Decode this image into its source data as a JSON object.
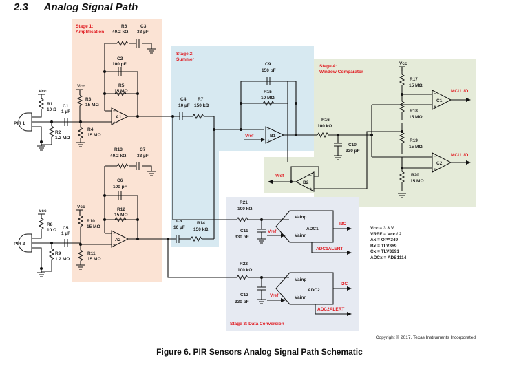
{
  "section": {
    "number": "2.3",
    "title": "Analog Signal Path"
  },
  "stages": {
    "stage1": "Stage 1:\nAmplification",
    "stage1_line1": "Stage 1:",
    "stage1_line2": "Amplification",
    "stage2_line1": "Stage 2:",
    "stage2_line2": "Summer",
    "stage3": "Stage 3: Data Conversion",
    "stage4_line1": "Stage 4:",
    "stage4_line2": "Window Comparator"
  },
  "colors": {
    "stage1_bg": "#fbe3d4",
    "stage2_bg": "#d7e9f1",
    "stage3_bg": "#e6eaf2",
    "stage4_bg": "#e5ebd9",
    "accent_red": "#e0191f"
  },
  "components": {
    "R1": [
      "R1",
      "10 Ω"
    ],
    "C1": [
      "C1",
      "1 µF"
    ],
    "R2": [
      "R2",
      "1.2 MΩ"
    ],
    "R3": [
      "R3",
      "15 MΩ"
    ],
    "R4": [
      "R4",
      "15 MΩ"
    ],
    "R5": [
      "R5",
      "15 MΩ"
    ],
    "R6": [
      "R6",
      "40.2 kΩ"
    ],
    "C3": [
      "C3",
      "33 µF"
    ],
    "C2": [
      "C2",
      "100 pF"
    ],
    "A1": "A1",
    "R8": [
      "R8",
      "10 Ω"
    ],
    "C5": [
      "C5",
      "1 µF"
    ],
    "R9": [
      "R9",
      "1.2 MΩ"
    ],
    "R10": [
      "R10",
      "15 MΩ"
    ],
    "R11": [
      "R11",
      "15 MΩ"
    ],
    "R12": [
      "R12",
      "15 MΩ"
    ],
    "R13": [
      "R13",
      "40.2 kΩ"
    ],
    "C7": [
      "C7",
      "33 µF"
    ],
    "C6": [
      "C6",
      "100 pF"
    ],
    "A2": "A2",
    "C4": [
      "C4",
      "10 µF"
    ],
    "R7": [
      "R7",
      "150 kΩ"
    ],
    "C8": [
      "C8",
      "10 µF"
    ],
    "R14": [
      "R14",
      "150 kΩ"
    ],
    "C9": [
      "C9",
      "150 pF"
    ],
    "R15": [
      "R15",
      "10 MΩ"
    ],
    "B1": "B1",
    "B2": "B2",
    "R16": [
      "R16",
      "100 kΩ"
    ],
    "C10": [
      "C10",
      "330 pF"
    ],
    "R17": [
      "R17",
      "15 MΩ"
    ],
    "R18": [
      "R18",
      "15 MΩ"
    ],
    "R19": [
      "R19",
      "15 MΩ"
    ],
    "R20": [
      "R20",
      "15 MΩ"
    ],
    "C1c": "C1",
    "C2c": "C2",
    "R21": [
      "R21",
      "100 kΩ"
    ],
    "C11": [
      "C11",
      "330 pF"
    ],
    "R22": [
      "R22",
      "100 kΩ"
    ],
    "C12": [
      "C12",
      "330 pF"
    ],
    "ADC1": "ADC1",
    "ADC2": "ADC2"
  },
  "signals": {
    "pir1": "PIR 1",
    "pir2": "PIR 2",
    "vcc": "Vcc",
    "vref": "Vref",
    "mcu_io": "MCU I/O",
    "i2c": "I2C",
    "adc1alert": "ADC1ALERT",
    "adc2alert": "ADC2ALERT",
    "vainp": "Vainp",
    "vainn": "Vainn"
  },
  "notes": [
    "Vcc = 3.3 V",
    "VREF = Vcc / 2",
    "Ax = OPA349",
    "Bx = TLV369",
    "Cx = TLV3691",
    "ADCx = ADS1114"
  ],
  "copyright": "Copyright © 2017, Texas Instruments Incorporated",
  "caption": "Figure 6. PIR Sensors Analog Signal Path Schematic"
}
